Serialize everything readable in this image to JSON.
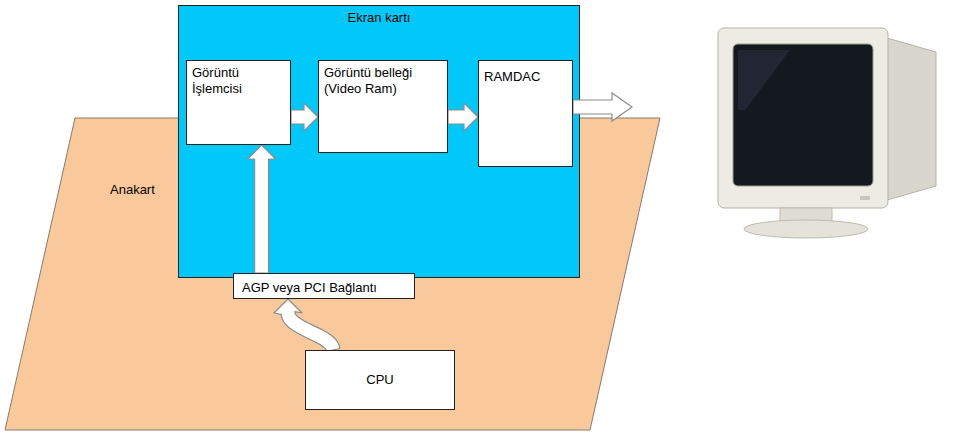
{
  "diagram": {
    "nodes": [
      {
        "text": [
          "Anakart"
        ]
      },
      {
        "text": [
          "Ekran kartı"
        ]
      },
      {
        "text": [
          "Görüntü İşlemcisi"
        ],
        "in": 1
      },
      {
        "text": [
          "Görüntü belleği (Video Ram)"
        ],
        "in": 1
      },
      {
        "text": [
          "RAMDAC"
        ],
        "in": 1
      },
      {
        "text": [
          "AGP veya PCI Bağlantı"
        ],
        "in": 0
      },
      {
        "text": [
          "CPU"
        ],
        "in": 0
      }
    ],
    "edges": [
      {
        "from": 2,
        "to": 3,
        "arrow": "to"
      },
      {
        "from": 3,
        "to": 4,
        "arrow": "to"
      },
      {
        "from": 5,
        "to": 2,
        "arrow": "to"
      },
      {
        "from": 6,
        "to": 5,
        "arrow": "to"
      }
    ]
  }
}
